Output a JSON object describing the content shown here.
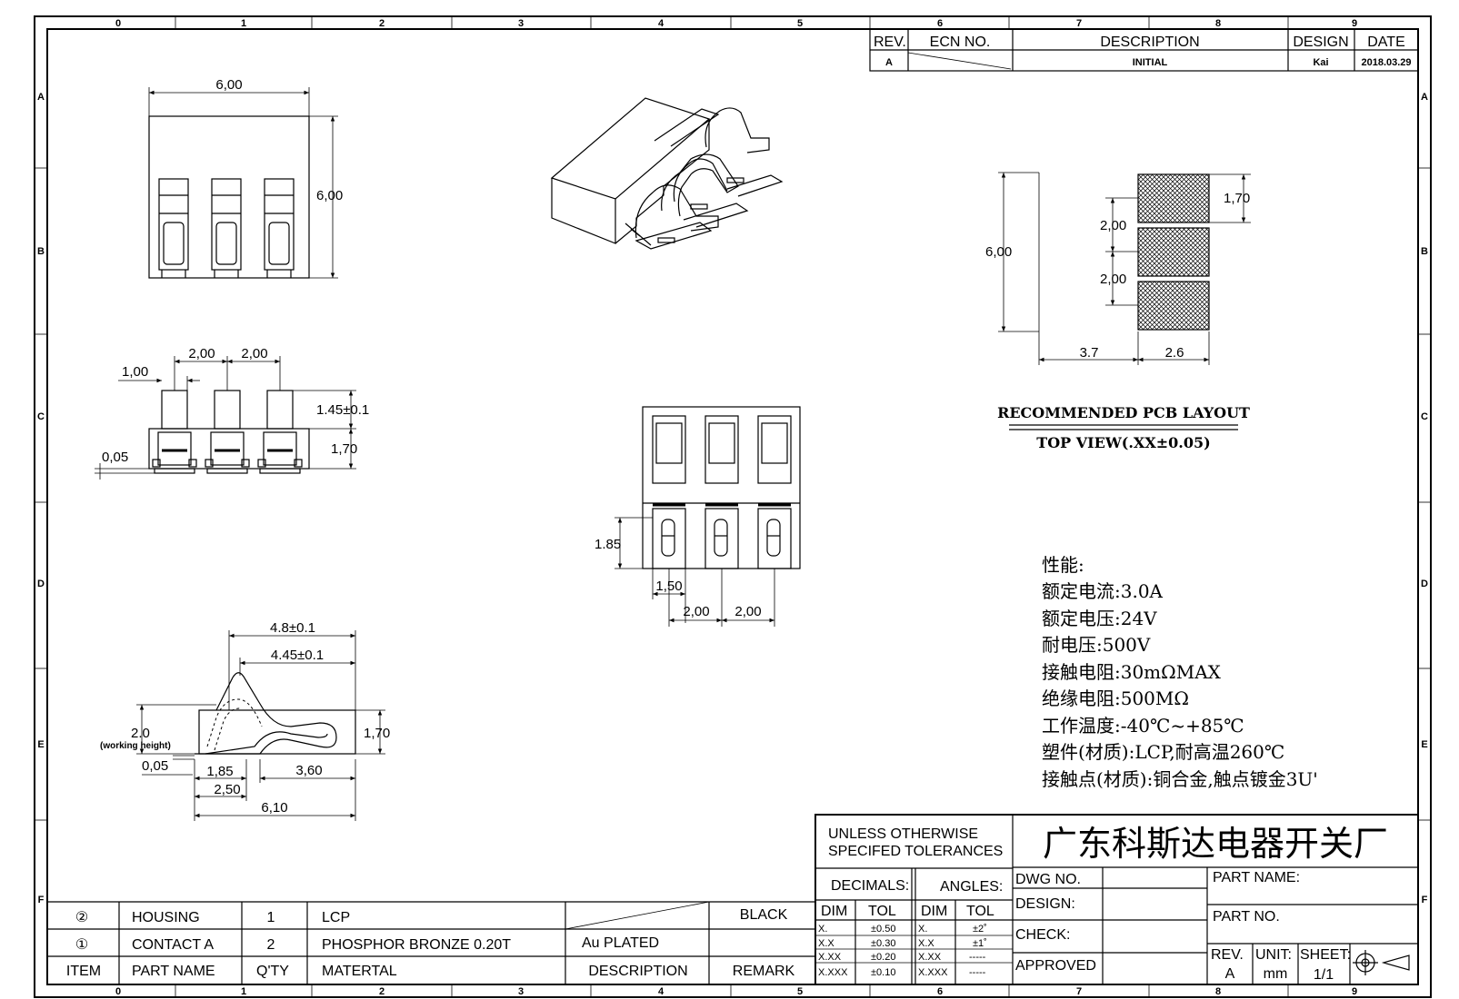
{
  "grid": {
    "columns": [
      "0",
      "1",
      "2",
      "3",
      "4",
      "5",
      "6",
      "7",
      "8",
      "9"
    ],
    "rows": [
      "A",
      "B",
      "C",
      "D",
      "E",
      "F"
    ]
  },
  "revision_table": {
    "headers": {
      "rev": "REV.",
      "ecn": "ECN NO.",
      "description": "DESCRIPTION",
      "design": "DESIGN",
      "date": "DATE"
    },
    "row": {
      "rev": "A",
      "description": "INITIAL",
      "design": "Kai",
      "date": "2018.03.29"
    }
  },
  "dimensions": {
    "top_width": "6,00",
    "top_height": "6,00",
    "front_pitch_1": "2,00",
    "front_pitch_2": "2,00",
    "front_offset": "1,00",
    "front_h1": "1.45±0.1",
    "front_h2": "1,70",
    "front_gap": "0,05",
    "contact_l1": "4.8±0.1",
    "contact_l2": "4.45±0.1",
    "contact_wh": "2.0",
    "contact_wh_note": "(working height)",
    "contact_h": "1,70",
    "contact_gap": "0,05",
    "contact_b1": "1,85",
    "contact_b2": "3,60",
    "contact_b3": "2,50",
    "contact_b4": "6,10",
    "bottom_h": "1.85",
    "bottom_w1": "1,50",
    "bottom_p1": "2,00",
    "bottom_p2": "2,00",
    "pcb_h": "6,00",
    "pcb_pad": "1,70",
    "pcb_p1": "2,00",
    "pcb_p2": "2,00",
    "pcb_w1": "3.7",
    "pcb_w2": "2.6"
  },
  "pcb_layout": {
    "title": "RECOMMENDED PCB LAYOUT",
    "subtitle": "TOP VIEW(.XX±0.05)"
  },
  "specs": {
    "heading": "性能:",
    "lines": [
      "额定电流:3.0A",
      "额定电压:24V",
      "耐电压:500V",
      "接触电阻:30mΩMAX",
      "绝缘电阻:500MΩ",
      "工作温度:-40℃~+85℃",
      "塑件(材质):LCP,耐高温260℃",
      "接触点(材质):铜合金,触点镀金3U'"
    ]
  },
  "bom": {
    "rows": [
      {
        "item": "②",
        "name": "HOUSING",
        "qty": "1",
        "material": "LCP",
        "description": "",
        "remark": "BLACK"
      },
      {
        "item": "①",
        "name": "CONTACT A",
        "qty": "2",
        "material": "PHOSPHOR BRONZE 0.20T",
        "description": "Au PLATED",
        "remark": ""
      }
    ],
    "header": {
      "item": "ITEM",
      "name": "PART NAME",
      "qty": "Q'TY",
      "material": "MATERTAL",
      "description": "DESCRIPTION",
      "remark": "REMARK"
    }
  },
  "title_block": {
    "tolerance_note_1": "UNLESS OTHERWISE",
    "tolerance_note_2": "SPECIFED TOLERANCES",
    "company": "广东科斯达电器开关厂",
    "decimals": "DECIMALS:",
    "angles": "ANGLES:",
    "dim": "DIM",
    "tol": "TOL",
    "dec_rows": [
      [
        "X.",
        "±0.50"
      ],
      [
        "X.X",
        "±0.30"
      ],
      [
        "X.XX",
        "±0.20"
      ],
      [
        "X.XXX",
        "±0.10"
      ]
    ],
    "ang_rows": [
      [
        "X.",
        "±2˚"
      ],
      [
        "X.X",
        "±1˚"
      ],
      [
        "X.XX",
        "-----"
      ],
      [
        "X.XXX",
        "-----"
      ]
    ],
    "dwg_no": "DWG NO.",
    "design": "DESIGN:",
    "check": "CHECK:",
    "approved": "APPROVED",
    "part_name": "PART NAME:",
    "part_no": "PART NO.",
    "rev": "REV.",
    "rev_val": "A",
    "unit": "UNIT:",
    "unit_val": "mm",
    "sheet": "SHEET:",
    "sheet_val": "1/1"
  }
}
